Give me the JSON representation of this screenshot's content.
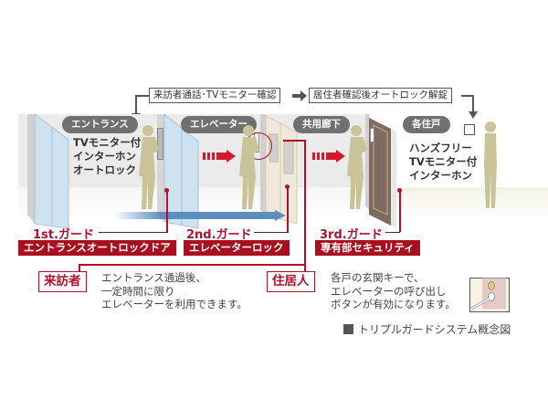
{
  "flow": {
    "step1": "来訪者通話･TVモニター確認",
    "step2": "居住者確認後オートロック解錠",
    "arrow_icon": "right-arrow-icon"
  },
  "zones": [
    {
      "label": "エントランス",
      "description": [
        "TVモニター付",
        "インターホン",
        "オートロック"
      ]
    },
    {
      "label": "エレベーター"
    },
    {
      "label": "共用廊下"
    },
    {
      "label": "各住戸",
      "description": [
        "ハンズフリー",
        "TVモニター付",
        "インターホン"
      ]
    }
  ],
  "guards": [
    {
      "title": "1st.ガード",
      "label": "エントランスオートロックドア"
    },
    {
      "title": "2nd.ガード",
      "label": "エレベーターロック"
    },
    {
      "title": "3rd.ガード",
      "label": "専有部セキュリティ"
    }
  ],
  "roles": {
    "visitor": {
      "label": "来訪者",
      "text": [
        "エントランス通過後、",
        "一定時間に限り",
        "エレベーターを利用できます。"
      ]
    },
    "resident": {
      "label": "住居人",
      "text": [
        "各戸の玄関キーで、",
        "エレベーターの呼び出し",
        "ボタンが有効になります。"
      ]
    }
  },
  "caption": "トリプルガードシステム概念図",
  "colors": {
    "guard_red": "#a8101f",
    "pill_gray": "#707070",
    "figure_khaki": "#c9c39a",
    "glass_blue": "#cfe2f0",
    "flow_blue": "#5b8fc0"
  }
}
